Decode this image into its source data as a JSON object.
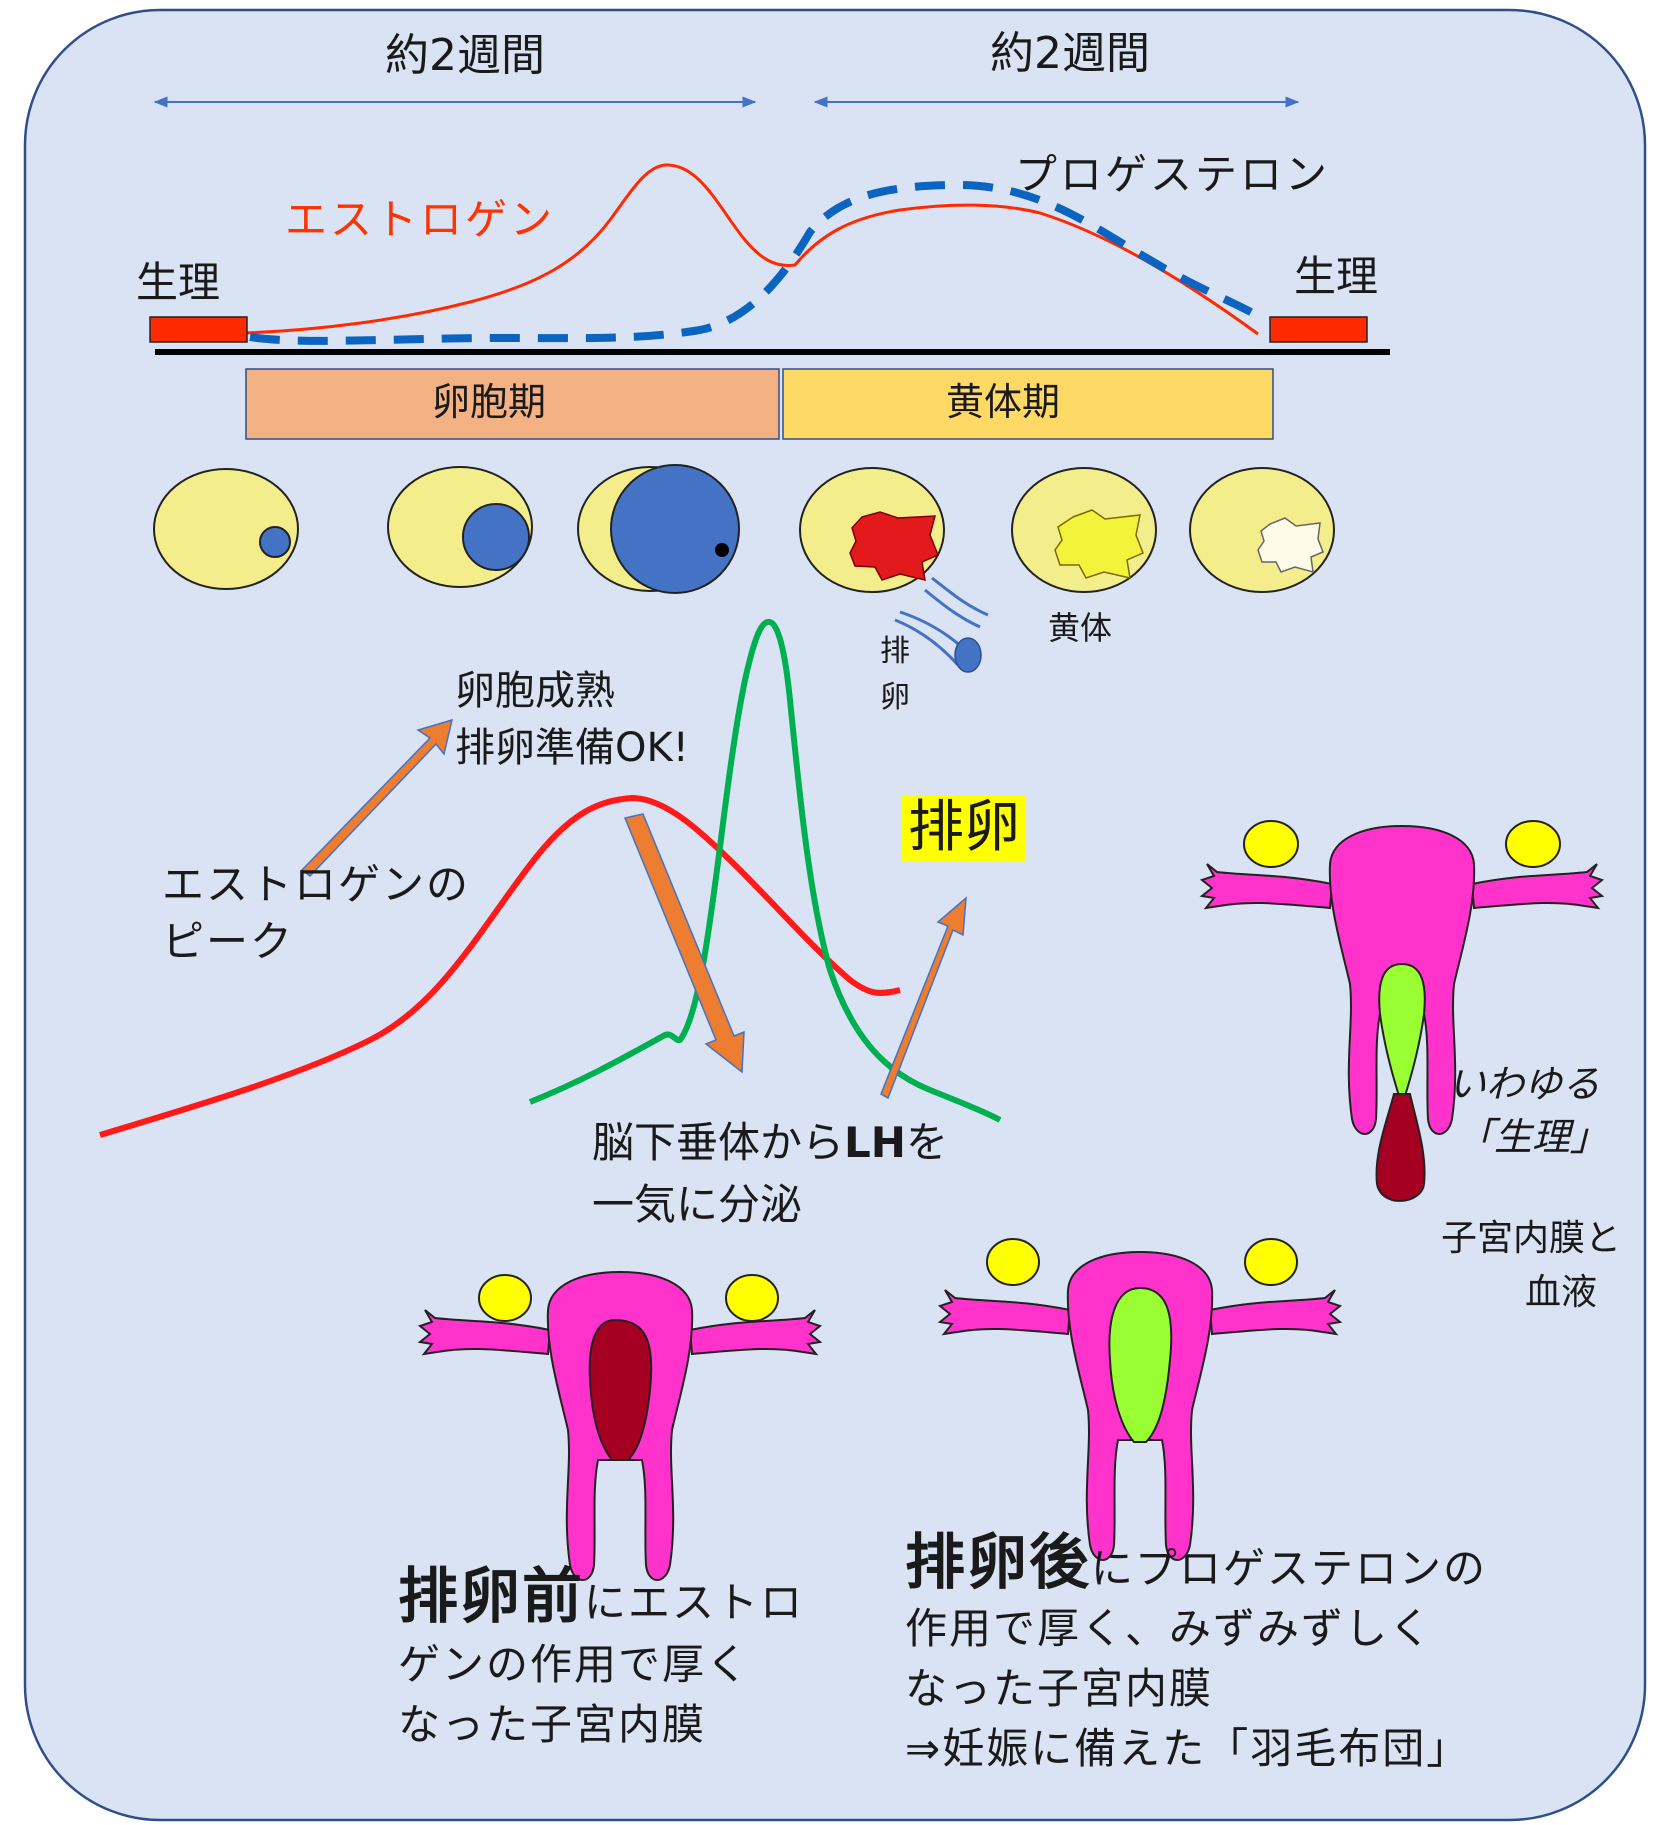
{
  "colors": {
    "background": "#dae3f3",
    "border": "#2f4e8c",
    "estrogen": "#ff0000",
    "progesterone": "#0b64c0",
    "lh": "#00b050",
    "follicular_phase": "#f4b183",
    "luteal_phase": "#ffd966",
    "ovary": "#f3ed8b",
    "follicle": "#4472c4",
    "arrow": "#ed7d31",
    "uterus": "#ff33cc",
    "endometrium_thick": "#a50021",
    "endometrium_fluffy": "#99ff33",
    "highlight": "#ffff00"
  },
  "timeline": {
    "first_span": "約2週間",
    "second_span": "約2週間",
    "estrogen_label": "エストロゲン",
    "progesterone_label": "プロゲステロン",
    "period_left": "生理",
    "period_right": "生理",
    "follicular_phase": "卵胞期",
    "luteal_phase": "黄体期"
  },
  "ovary_stages": {
    "ovulation_label_line1": "排",
    "ovulation_label_line2": "卵",
    "corpus_luteum_label": "黄体"
  },
  "lh_surge": {
    "follicle_mature_line1": "卵胞成熟",
    "follicle_mature_line2": "排卵準備OK!",
    "estrogen_peak_line1": "エストロゲンの",
    "estrogen_peak_line2": "ピーク",
    "ovulation": "排卵",
    "pituitary_line1_prefix": "脳下垂体から",
    "pituitary_line1_bold": "LH",
    "pituitary_line1_suffix": "を",
    "pituitary_line2": "一気に分泌"
  },
  "uterus_menstruation": {
    "so_called_line1": "いわゆる",
    "so_called_line2": "「生理」",
    "contents_line1": "子宮内膜と",
    "contents_line2": "血液"
  },
  "uterus_before": {
    "bold": "排卵前",
    "line1_suffix": "にエストロ",
    "line2": "ゲンの作用で厚く",
    "line3": "なった子宮内膜"
  },
  "uterus_after": {
    "bold": "排卵後",
    "line1_suffix": "にプロゲステロンの",
    "line2": "作用で厚く、みずみずしく",
    "line3": "なった子宮内膜",
    "line4": "⇒妊娠に備えた「羽毛布団」"
  }
}
